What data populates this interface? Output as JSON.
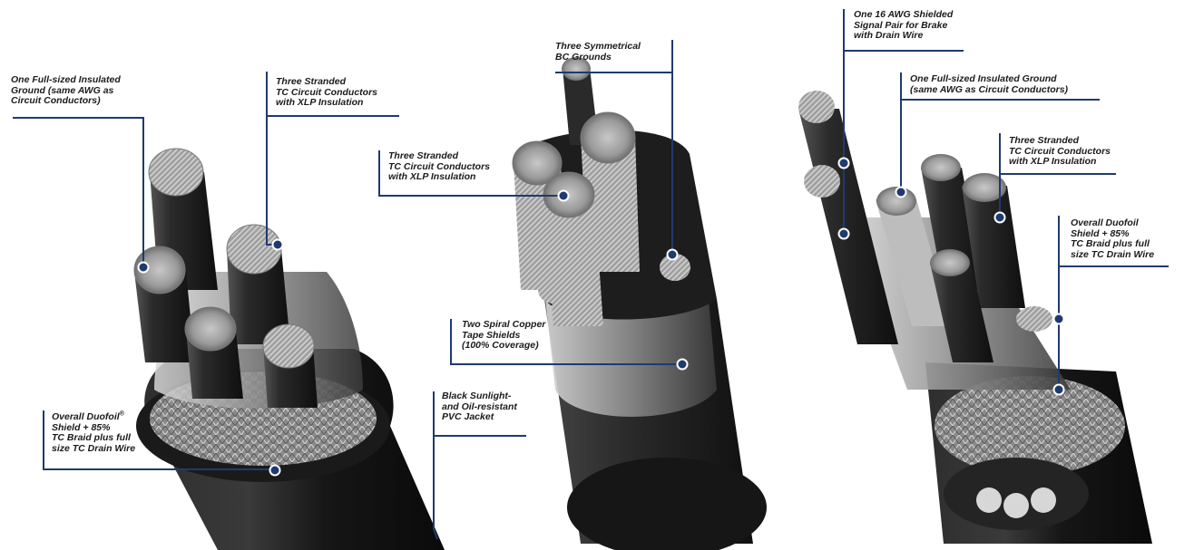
{
  "colors": {
    "leader_line": "#1f3a6e",
    "dot_fill": "#1f3a6e",
    "dot_ring": "#ffffff",
    "label_text": "#1b1b1b",
    "jacket": "#1c1c1c",
    "copper_tinned": "#a7a7a7",
    "background": "#ffffff"
  },
  "cable_1": {
    "label_ground": "One Full-sized Insulated\nGround (same AWG as\nCircuit Conductors)",
    "label_conductors": "Three Stranded\nTC Circuit Conductors\nwith XLP Insulation",
    "label_shield_line1": "Overall Duofoil",
    "label_shield_mark": "®",
    "label_shield_rest": "\nShield + 85%\nTC Braid plus full\nsize TC Drain Wire",
    "label_jacket": "Black Sunlight-\nand Oil-resistant\nPVC Jacket"
  },
  "cable_2": {
    "label_grounds": "Three Symmetrical\nBC Grounds",
    "label_conductors": "Three Stranded\nTC Circuit Conductors\nwith XLP Insulation",
    "label_tape": "Two Spiral Copper\nTape Shields\n(100% Coverage)"
  },
  "cable_3": {
    "label_signal_pair": "One 16 AWG Shielded\nSignal Pair for Brake\nwith Drain Wire",
    "label_ground": "One Full-sized Insulated Ground\n(same AWG as Circuit Conductors)",
    "label_conductors": "Three Stranded\nTC Circuit Conductors\nwith XLP Insulation",
    "label_shield": "Overall Duofoil\nShield + 85%\nTC Braid plus full\nsize TC Drain Wire"
  }
}
